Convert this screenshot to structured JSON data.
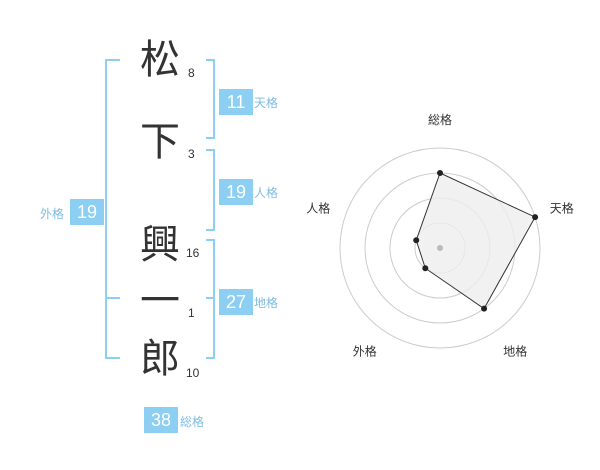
{
  "name": {
    "chars": [
      {
        "char": "松",
        "strokes": "8"
      },
      {
        "char": "下",
        "strokes": "3"
      },
      {
        "char": "興",
        "strokes": "16"
      },
      {
        "char": "一",
        "strokes": "1"
      },
      {
        "char": "郎",
        "strokes": "10"
      }
    ]
  },
  "fortunes": {
    "tenkaku": {
      "label": "天格",
      "value": "11"
    },
    "jinkaku": {
      "label": "人格",
      "value": "19"
    },
    "chikaku": {
      "label": "地格",
      "value": "27"
    },
    "gaikaku": {
      "label": "外格",
      "value": "19"
    },
    "soukaku": {
      "label": "総格",
      "value": "38"
    }
  },
  "colors": {
    "badge": "#8ccff2",
    "badge_label": "#7cbde3",
    "bracket": "#8ccff2",
    "radar_fill": "#ededed",
    "radar_line": "#333333",
    "grid": "#cccccc"
  },
  "chart_data": {
    "type": "radar",
    "axes": [
      "総格",
      "天格",
      "地格",
      "外格",
      "人格"
    ],
    "rings": 4,
    "max": 4,
    "values": [
      3,
      4,
      3,
      1,
      1
    ]
  }
}
